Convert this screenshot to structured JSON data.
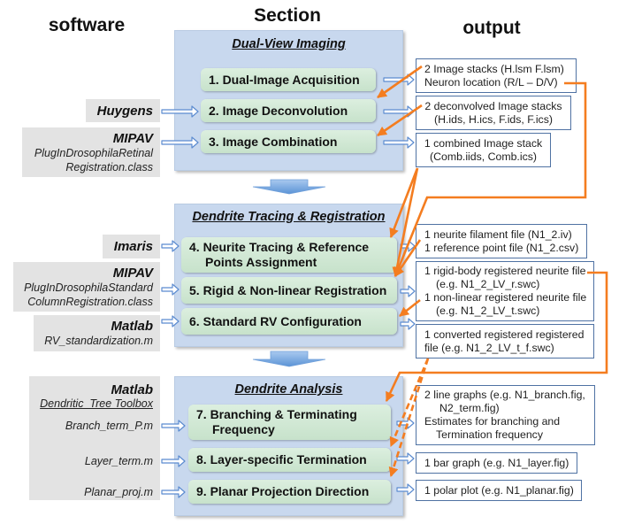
{
  "headers": {
    "software": "software",
    "section": "Section",
    "output": "output"
  },
  "sections": [
    {
      "title": "Dual-View Imaging",
      "steps": [
        {
          "lines": [
            "1. Dual-Image Acquisition"
          ]
        },
        {
          "lines": [
            "2. Image Deconvolution"
          ]
        },
        {
          "lines": [
            "3. Image Combination"
          ]
        }
      ]
    },
    {
      "title": "Dendrite Tracing & Registration",
      "steps": [
        {
          "lines": [
            "4. Neurite Tracing & Reference",
            "Points Assignment"
          ]
        },
        {
          "lines": [
            "5. Rigid & Non-linear Registration"
          ]
        },
        {
          "lines": [
            "6. Standard RV Configuration"
          ]
        }
      ]
    },
    {
      "title": "Dendrite Analysis",
      "steps": [
        {
          "lines": [
            "7. Branching & Terminating",
            "Frequency"
          ]
        },
        {
          "lines": [
            "8. Layer-specific Termination"
          ]
        },
        {
          "lines": [
            "9. Planar Projection Direction"
          ]
        }
      ]
    }
  ],
  "software": [
    {
      "name": "Huygens"
    },
    {
      "name": "MIPAV",
      "details": [
        "PlugInDrosophilaRetinal",
        "Registration.class"
      ]
    },
    {
      "name": "Imaris"
    },
    {
      "name": "MIPAV",
      "details": [
        "PlugInDrosophilaStandard",
        "ColumnRegistration.class"
      ]
    },
    {
      "name": "Matlab",
      "details": [
        "RV_standardization.m"
      ]
    },
    {
      "name": "Matlab",
      "toolbox": "Dendritic_Tree Toolbox",
      "scripts": [
        "Branch_term_P.m",
        "Layer_term.m",
        "Planar_proj.m"
      ]
    }
  ],
  "outputs": [
    {
      "lines": [
        "2 Image stacks (H.lsm F.lsm)",
        "Neuron location (R/L – D/V)"
      ]
    },
    {
      "lines": [
        "2 deconvolved Image stacks",
        "(H.ids, H.ics, F.ids, F.ics)"
      ]
    },
    {
      "lines": [
        "1 combined Image stack",
        "(Comb.iids, Comb.ics)"
      ]
    },
    {
      "lines": [
        "1 neurite filament file (N1_2.iv)",
        "1 reference point file (N1_2.csv)"
      ]
    },
    {
      "lines": [
        "1 rigid-body registered neurite file",
        "(e.g. N1_2_LV_r.swc)",
        "1 non-linear registered neurite file",
        "(e.g. N1_2_LV_t.swc)"
      ]
    },
    {
      "lines": [
        "1 converted registered registered",
        "file (e.g. N1_2_LV_t_f.swc)"
      ]
    },
    {
      "lines": [
        "2 line graphs (e.g. N1_branch.fig,",
        "N2_term.fig)",
        "Estimates for branching and",
        "Termination frequency"
      ]
    },
    {
      "lines": [
        "1 bar graph (e.g. N1_layer.fig)"
      ]
    },
    {
      "lines": [
        "1 polar plot (e.g. N1_planar.fig)"
      ]
    }
  ],
  "colors": {
    "section_bg": "#c8d8ee",
    "step_bg": "#d3ead6",
    "software_bg": "#e3e3e3",
    "output_border": "#4f72a3",
    "connector": "#f47d20",
    "flow_arrow": "#5b8bd0"
  }
}
